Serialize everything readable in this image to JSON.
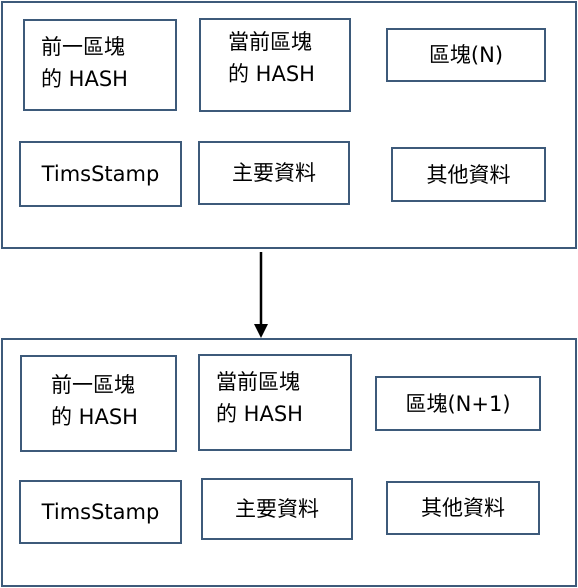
{
  "diagram": {
    "block_n": {
      "prev_hash": [
        "前一區塊",
        "的 HASH"
      ],
      "curr_hash": [
        "當前區塊",
        "的 HASH"
      ],
      "block_id": "區塊(N)",
      "timestamp": "TimsStamp",
      "main_data": "主要資料",
      "other_data": "其他資料"
    },
    "block_n1": {
      "prev_hash": [
        "前一區塊",
        "的 HASH"
      ],
      "curr_hash": [
        "當前區塊",
        "的 HASH"
      ],
      "block_id": "區塊(N+1)",
      "timestamp": "TimsStamp",
      "main_data": "主要資料",
      "other_data": "其他資料"
    }
  }
}
